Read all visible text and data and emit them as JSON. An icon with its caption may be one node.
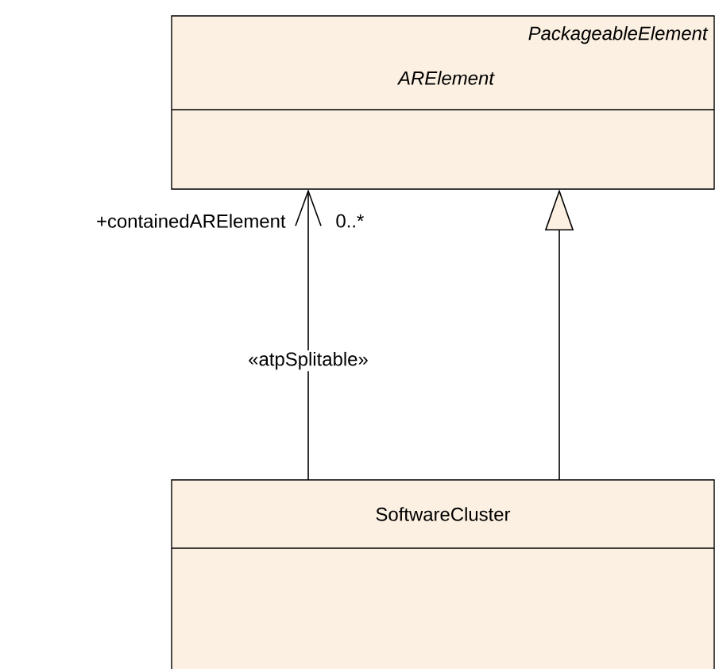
{
  "diagram": {
    "nodes": [
      {
        "text": [
          "PackageableElement",
          "ARElement"
        ]
      },
      {
        "text": [
          "SoftwareCluster"
        ]
      }
    ],
    "edges": [
      {
        "from": 1,
        "to": 0,
        "arrow": "to",
        "label": "«atpSplitable»"
      },
      {
        "from": 1,
        "to": 0,
        "arrow": "to"
      }
    ],
    "labels": [
      "+containedARElement",
      "0..*"
    ]
  }
}
